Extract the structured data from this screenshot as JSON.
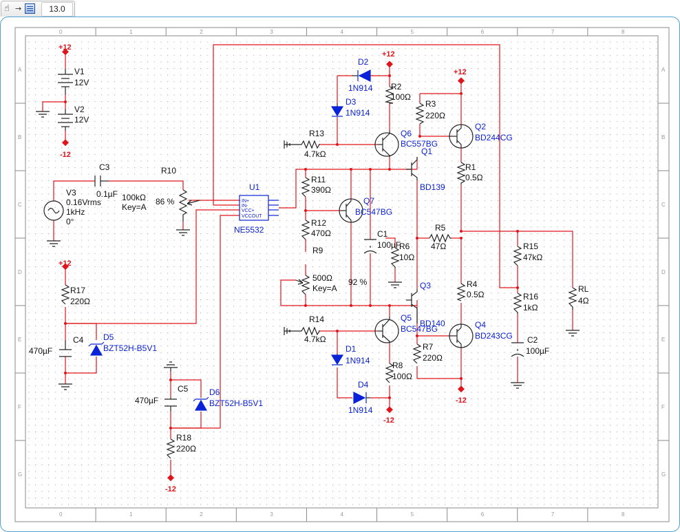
{
  "toolbar": {
    "pan_icon_glyph": "☝",
    "arrow_glyph": "→",
    "zoom_value": "13.0"
  },
  "grid": {
    "columns": [
      "0",
      "1",
      "2",
      "3",
      "4",
      "5",
      "6",
      "7",
      "8"
    ],
    "rows": [
      "A",
      "B",
      "C",
      "D",
      "E",
      "F",
      "G"
    ]
  },
  "colors": {
    "wire": "#e0141b",
    "component": "#222222",
    "label": "#0a22d8",
    "grid_dot": "#9a9a9a",
    "border": "#3a9fd6"
  },
  "rails": {
    "pos": "+12",
    "neg": "-12"
  },
  "components": {
    "V1": {
      "ref": "V1",
      "value": "12V"
    },
    "V2": {
      "ref": "V2",
      "value": "12V"
    },
    "V3": {
      "ref": "V3",
      "amp": "0.16Vrms",
      "freq": "1kHz",
      "phase": "0°"
    },
    "C3": {
      "ref": "C3",
      "value": "0.1µF"
    },
    "R10": {
      "ref": "R10",
      "value": "100kΩ",
      "key": "Key=A",
      "percent": "86 %"
    },
    "U1": {
      "ref": "U1",
      "part": "NE5532",
      "pins": [
        "IN+",
        "IN-",
        "VCC+",
        "VCCOUT"
      ]
    },
    "D2": {
      "ref": "D2",
      "part": "1N914"
    },
    "D3": {
      "ref": "D3",
      "part": "1N914"
    },
    "R2": {
      "ref": "R2",
      "value": "100Ω"
    },
    "R3": {
      "ref": "R3",
      "value": "220Ω"
    },
    "R13": {
      "ref": "R13",
      "value": "4.7kΩ"
    },
    "Q6": {
      "ref": "Q6",
      "part": "BC557BG"
    },
    "Q1": {
      "ref": "Q1",
      "part": "BD139"
    },
    "Q2": {
      "ref": "Q2",
      "part": "BD244CG"
    },
    "R1": {
      "ref": "R1",
      "value": "0.5Ω"
    },
    "R11": {
      "ref": "R11",
      "value": "390Ω"
    },
    "Q7": {
      "ref": "Q7",
      "part": "BC547BG"
    },
    "R12": {
      "ref": "R12",
      "value": "470Ω"
    },
    "C1": {
      "ref": "C1",
      "value": "100µF"
    },
    "R6": {
      "ref": "R6",
      "value": "10Ω"
    },
    "R5": {
      "ref": "R5",
      "value": "47Ω"
    },
    "R9": {
      "ref": "R9",
      "value": "500Ω",
      "key": "Key=A",
      "percent": "92 %"
    },
    "R15": {
      "ref": "R15",
      "value": "47kΩ"
    },
    "R16": {
      "ref": "R16",
      "value": "1kΩ"
    },
    "RL": {
      "ref": "RL",
      "value": "4Ω"
    },
    "C2": {
      "ref": "C2",
      "value": "100µF"
    },
    "Q3": {
      "ref": "Q3",
      "part": "BD140"
    },
    "R4": {
      "ref": "R4",
      "value": "0.5Ω"
    },
    "R14": {
      "ref": "R14",
      "value": "4.7kΩ"
    },
    "Q5": {
      "ref": "Q5",
      "part": "BC547BG"
    },
    "Q4": {
      "ref": "Q4",
      "part": "BD243CG"
    },
    "R7": {
      "ref": "R7",
      "value": "220Ω"
    },
    "D1": {
      "ref": "D1",
      "part": "1N914"
    },
    "R8": {
      "ref": "R8",
      "value": "100Ω"
    },
    "D4": {
      "ref": "D4",
      "part": "1N914"
    },
    "R17": {
      "ref": "R17",
      "value": "220Ω"
    },
    "C4": {
      "ref": "C4",
      "value": "470µF"
    },
    "D5": {
      "ref": "D5",
      "part": "BZT52H-B5V1"
    },
    "C5": {
      "ref": "C5",
      "value": "470µF"
    },
    "D6": {
      "ref": "D6",
      "part": "BZT52H-B5V1"
    },
    "R18": {
      "ref": "R18",
      "value": "220Ω"
    }
  }
}
